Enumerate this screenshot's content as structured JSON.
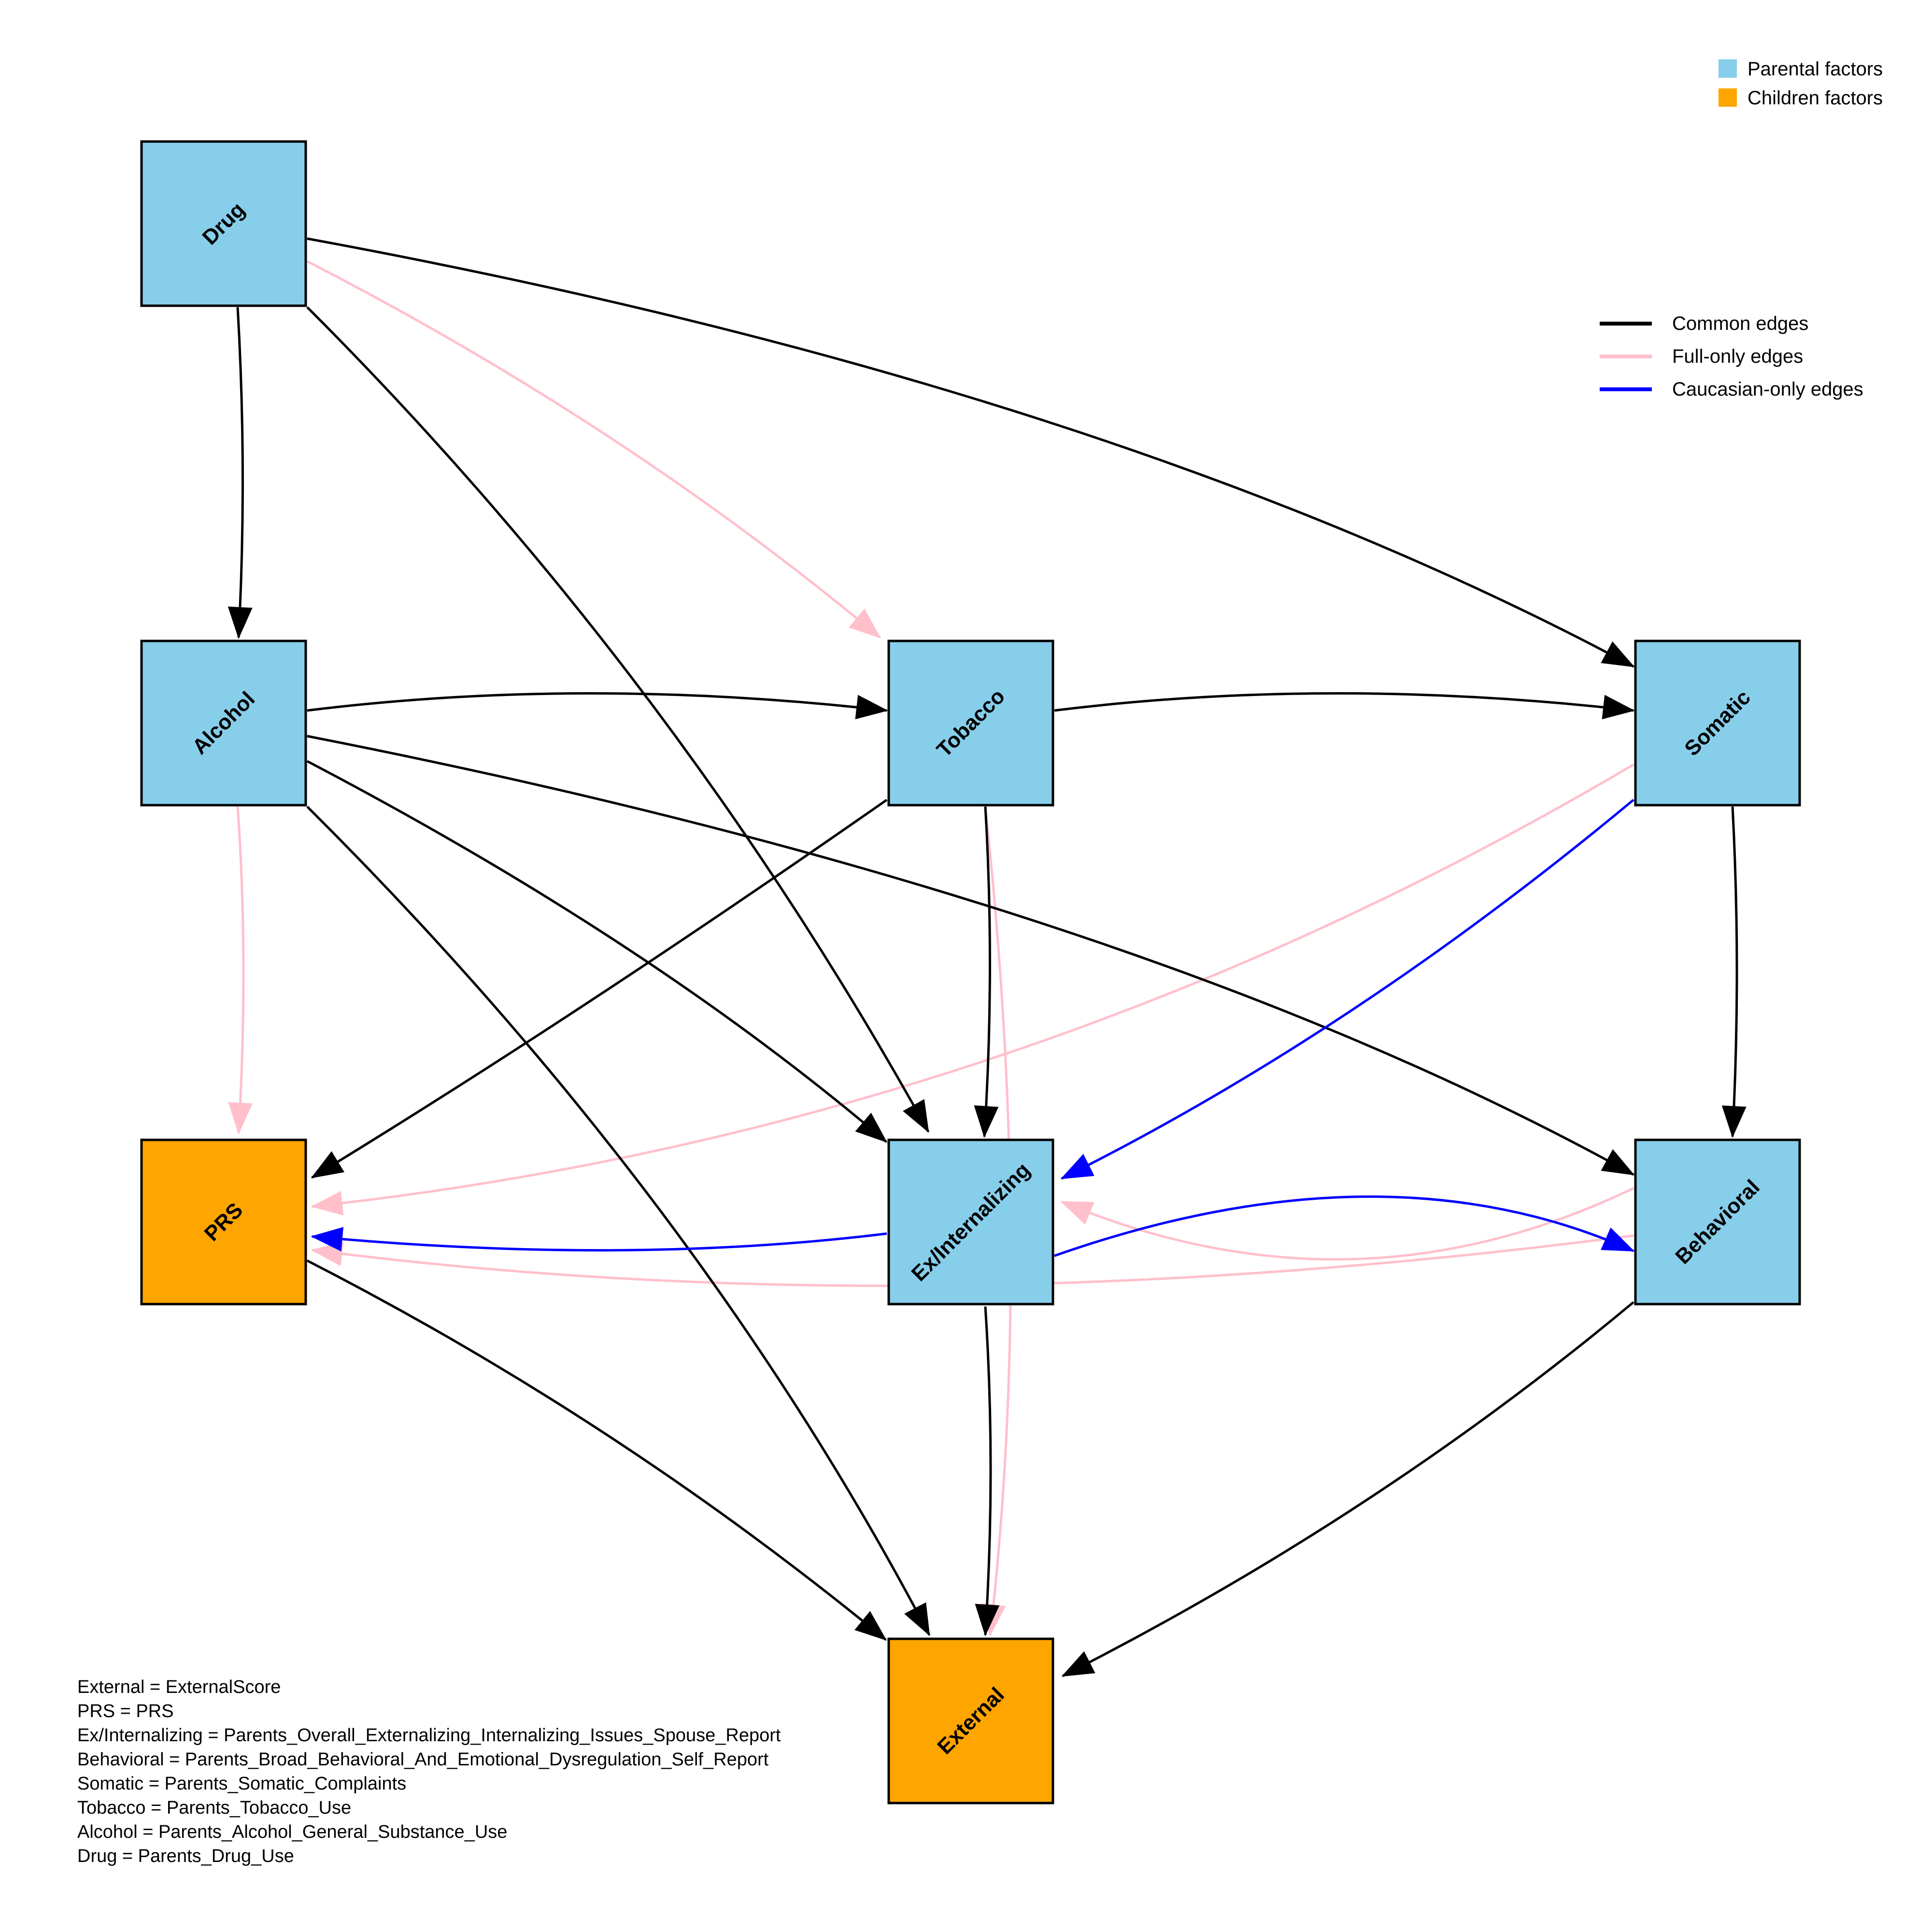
{
  "colors": {
    "parental": "#87CEEB",
    "children": "#FFA500",
    "common": "#000000",
    "full_only": "#FFC0CB",
    "caucasian_only": "#0000FF"
  },
  "nodes": [
    {
      "id": "drug",
      "label": "Drug",
      "group": "parental"
    },
    {
      "id": "alcohol",
      "label": "Alcohol",
      "group": "parental"
    },
    {
      "id": "tobacco",
      "label": "Tobacco",
      "group": "parental"
    },
    {
      "id": "somatic",
      "label": "Somatic",
      "group": "parental"
    },
    {
      "id": "prs",
      "label": "PRS",
      "group": "children"
    },
    {
      "id": "exint",
      "label": "Ex/Internalizing",
      "group": "parental"
    },
    {
      "id": "behavioral",
      "label": "Behavioral",
      "group": "parental"
    },
    {
      "id": "external",
      "label": "External",
      "group": "children"
    }
  ],
  "edges": [
    {
      "from": "drug",
      "to": "alcohol",
      "type": "common"
    },
    {
      "from": "drug",
      "to": "tobacco",
      "type": "full_only"
    },
    {
      "from": "drug",
      "to": "somatic",
      "type": "common"
    },
    {
      "from": "drug",
      "to": "exint",
      "type": "common"
    },
    {
      "from": "alcohol",
      "to": "tobacco",
      "type": "common"
    },
    {
      "from": "alcohol",
      "to": "prs",
      "type": "full_only"
    },
    {
      "from": "alcohol",
      "to": "exint",
      "type": "common"
    },
    {
      "from": "alcohol",
      "to": "behavioral",
      "type": "common"
    },
    {
      "from": "alcohol",
      "to": "external",
      "type": "common"
    },
    {
      "from": "tobacco",
      "to": "somatic",
      "type": "common"
    },
    {
      "from": "tobacco",
      "to": "prs",
      "type": "common"
    },
    {
      "from": "tobacco",
      "to": "exint",
      "type": "common"
    },
    {
      "from": "tobacco",
      "to": "external",
      "type": "full_only"
    },
    {
      "from": "somatic",
      "to": "behavioral",
      "type": "common"
    },
    {
      "from": "somatic",
      "to": "prs",
      "type": "full_only"
    },
    {
      "from": "somatic",
      "to": "exint",
      "type": "caucasian_only"
    },
    {
      "from": "exint",
      "to": "prs",
      "type": "caucasian_only"
    },
    {
      "from": "exint",
      "to": "behavioral",
      "type": "caucasian_only"
    },
    {
      "from": "exint",
      "to": "external",
      "type": "common"
    },
    {
      "from": "behavioral",
      "to": "exint",
      "type": "full_only"
    },
    {
      "from": "behavioral",
      "to": "prs",
      "type": "full_only"
    },
    {
      "from": "behavioral",
      "to": "external",
      "type": "common"
    },
    {
      "from": "prs",
      "to": "external",
      "type": "common"
    }
  ],
  "legend_nodes": [
    {
      "label": "Parental factors",
      "color": "#87CEEB"
    },
    {
      "label": "Children factors",
      "color": "#FFA500"
    }
  ],
  "legend_edges": [
    {
      "label": "Common edges",
      "color": "#000000"
    },
    {
      "label": "Full-only edges",
      "color": "#FFC0CB"
    },
    {
      "label": "Caucasian-only edges",
      "color": "#0000FF"
    }
  ],
  "abbreviation_key": [
    "External = ExternalScore",
    "PRS = PRS",
    "Ex/Internalizing = Parents_Overall_Externalizing_Internalizing_Issues_Spouse_Report",
    "Behavioral = Parents_Broad_Behavioral_And_Emotional_Dysregulation_Self_Report",
    "Somatic = Parents_Somatic_Complaints",
    "Tobacco = Parents_Tobacco_Use",
    "Alcohol = Parents_Alcohol_General_Substance_Use",
    "Drug = Parents_Drug_Use"
  ]
}
